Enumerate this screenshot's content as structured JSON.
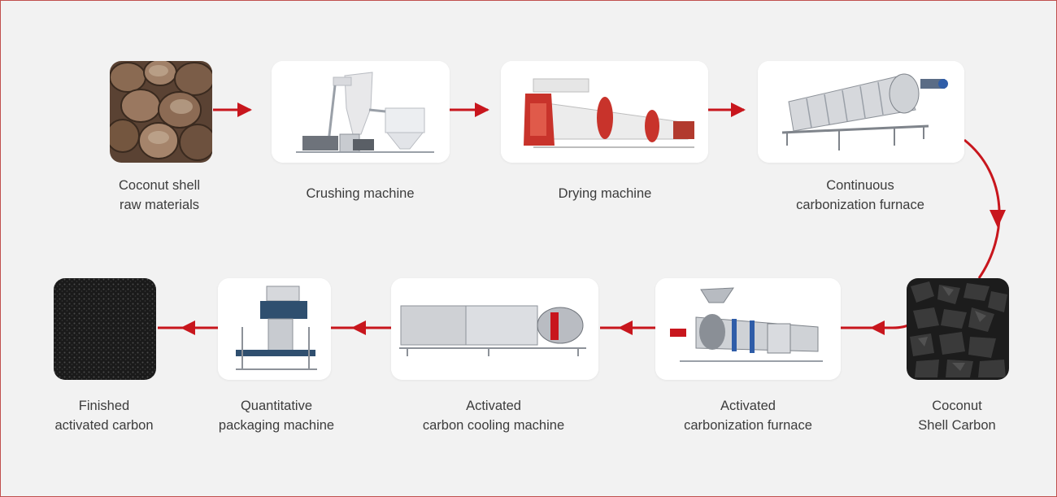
{
  "diagram": {
    "colors": {
      "arrow": "#c8161d",
      "background": "#f2f2f2",
      "label": "#3c3c3c"
    },
    "steps": [
      {
        "lines": [
          "Coconut shell",
          "raw materials"
        ],
        "image": "coconut-shell-photo"
      },
      {
        "lines": [
          "Crushing machine"
        ],
        "image": "crushing-machine-illustration"
      },
      {
        "lines": [
          "Drying machine"
        ],
        "image": "drying-machine-illustration"
      },
      {
        "lines": [
          "Continuous",
          "carbonization furnace"
        ],
        "image": "carbonization-furnace-illustration"
      },
      {
        "lines": [
          "Coconut",
          "Shell Carbon"
        ],
        "image": "shell-carbon-photo"
      },
      {
        "lines": [
          "Activated",
          "carbonization furnace"
        ],
        "image": "activation-furnace-illustration"
      },
      {
        "lines": [
          "Activated",
          "carbon cooling machine"
        ],
        "image": "cooling-machine-illustration"
      },
      {
        "lines": [
          "Quantitative",
          "packaging machine"
        ],
        "image": "packaging-machine-illustration"
      },
      {
        "lines": [
          "Finished",
          "activated carbon"
        ],
        "image": "activated-carbon-photo"
      }
    ]
  }
}
